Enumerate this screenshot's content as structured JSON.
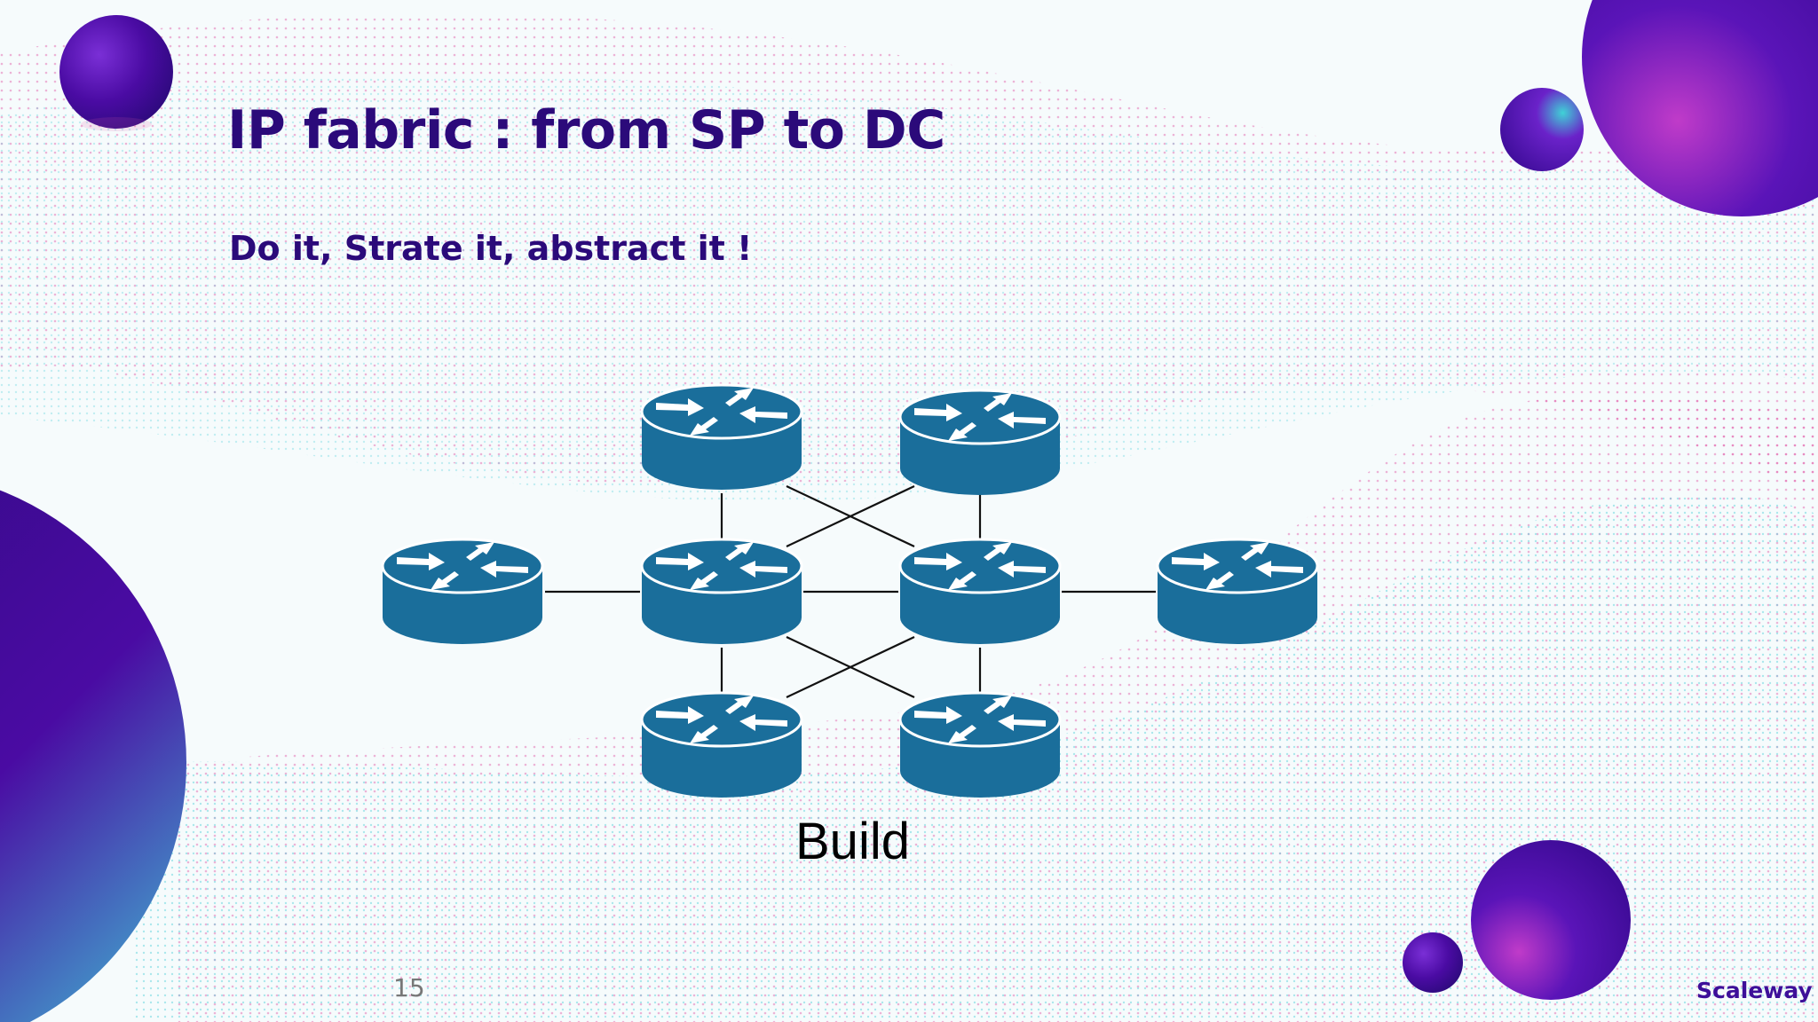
{
  "slide": {
    "title": "IP fabric : from SP to DC",
    "subtitle": "Do it, Strate it, abstract it !",
    "page_number": "15",
    "brand": "Scaleway"
  },
  "diagram": {
    "caption": "Build",
    "router_icon": "router-icon",
    "router_color": "#1a6e9b",
    "link_color": "#111111",
    "routers": [
      "spine-top-left",
      "spine-top-right",
      "edge-left",
      "core-left",
      "core-right",
      "edge-right",
      "leaf-bottom-left",
      "leaf-bottom-right"
    ]
  },
  "colors": {
    "title": "#2b0a7a",
    "accent_purple": "#4a0ba3",
    "accent_cyan": "#3fd2d6"
  }
}
